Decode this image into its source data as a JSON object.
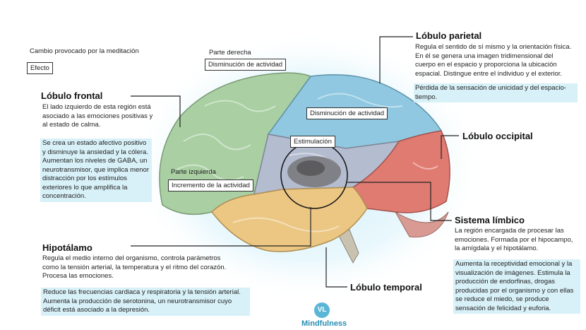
{
  "header": {
    "caption": "Cambio provocado por la meditación",
    "effect_label": "Efecto"
  },
  "brain_labels": {
    "right_side": "Parte derecha",
    "right_effect": "Disminución de actividad",
    "parietal_effect": "Disminución de actividad",
    "stimulation": "Estimulación",
    "left_side": "Parte izquierda",
    "left_effect": "Incremento de la actividad"
  },
  "regions": {
    "parietal": {
      "title": "Lóbulo parietal",
      "description": "Regula el sentido de sí mismo y la orientación física. En él se genera una imagen tridimensional del cuerpo en el espacio y proporciona la ubicación espacial. Distingue entre el individuo y el exterior.",
      "effect": "Pérdida de la sensación de unicidad y del espacio-tiempo."
    },
    "frontal": {
      "title": "Lóbulo frontal",
      "description": "El lado izquierdo de esta región está asociado a las emociones positivas y al estado de calma.",
      "effect": "Se crea un estado afectivo positivo y disminuye la ansiedad y la cólera. Aumentan los niveles de GABA, un neurotransmisor, que implica menor distracción por los estímulos exteriores lo que amplifica la concentración."
    },
    "occipital": {
      "title": "Lóbulo occipital"
    },
    "limbic": {
      "title": "Sistema límbico",
      "description": "La región encargada de procesar las emociones. Formada por el hipocampo, la amígdala y el hipotálamo.",
      "effect": "Aumenta la receptividad emocional y la visualización de imágenes. Estimula la producción de endorfinas, drogas producidas por el organismo y con ellas se reduce el miedo, se produce sensación de felicidad y euforia."
    },
    "hypothalamus": {
      "title": "Hipotálamo",
      "description": "Regula el medio interno del organismo, controla parámetros como la tensión arterial, la temperatura y el ritmo del corazón. Procesa las emociones.",
      "effect": "Reduce las frecuencias cardiaca y respiratoria y la tensión arterial. Aumenta la producción de serotonina, un neurotransmisor cuyo déficit está asociado a la depresión."
    },
    "temporal": {
      "title": "Lóbulo temporal"
    }
  },
  "logo": {
    "mark": "VL",
    "name": "Mindfulness"
  },
  "colors": {
    "frontal": "#a9cfa3",
    "parietal": "#8fc8e0",
    "occipital": "#e07b72",
    "temporal": "#ecc784",
    "central": "#b4bcd0",
    "highlight": "#d8f1f8",
    "glow": "#cdeefa"
  }
}
